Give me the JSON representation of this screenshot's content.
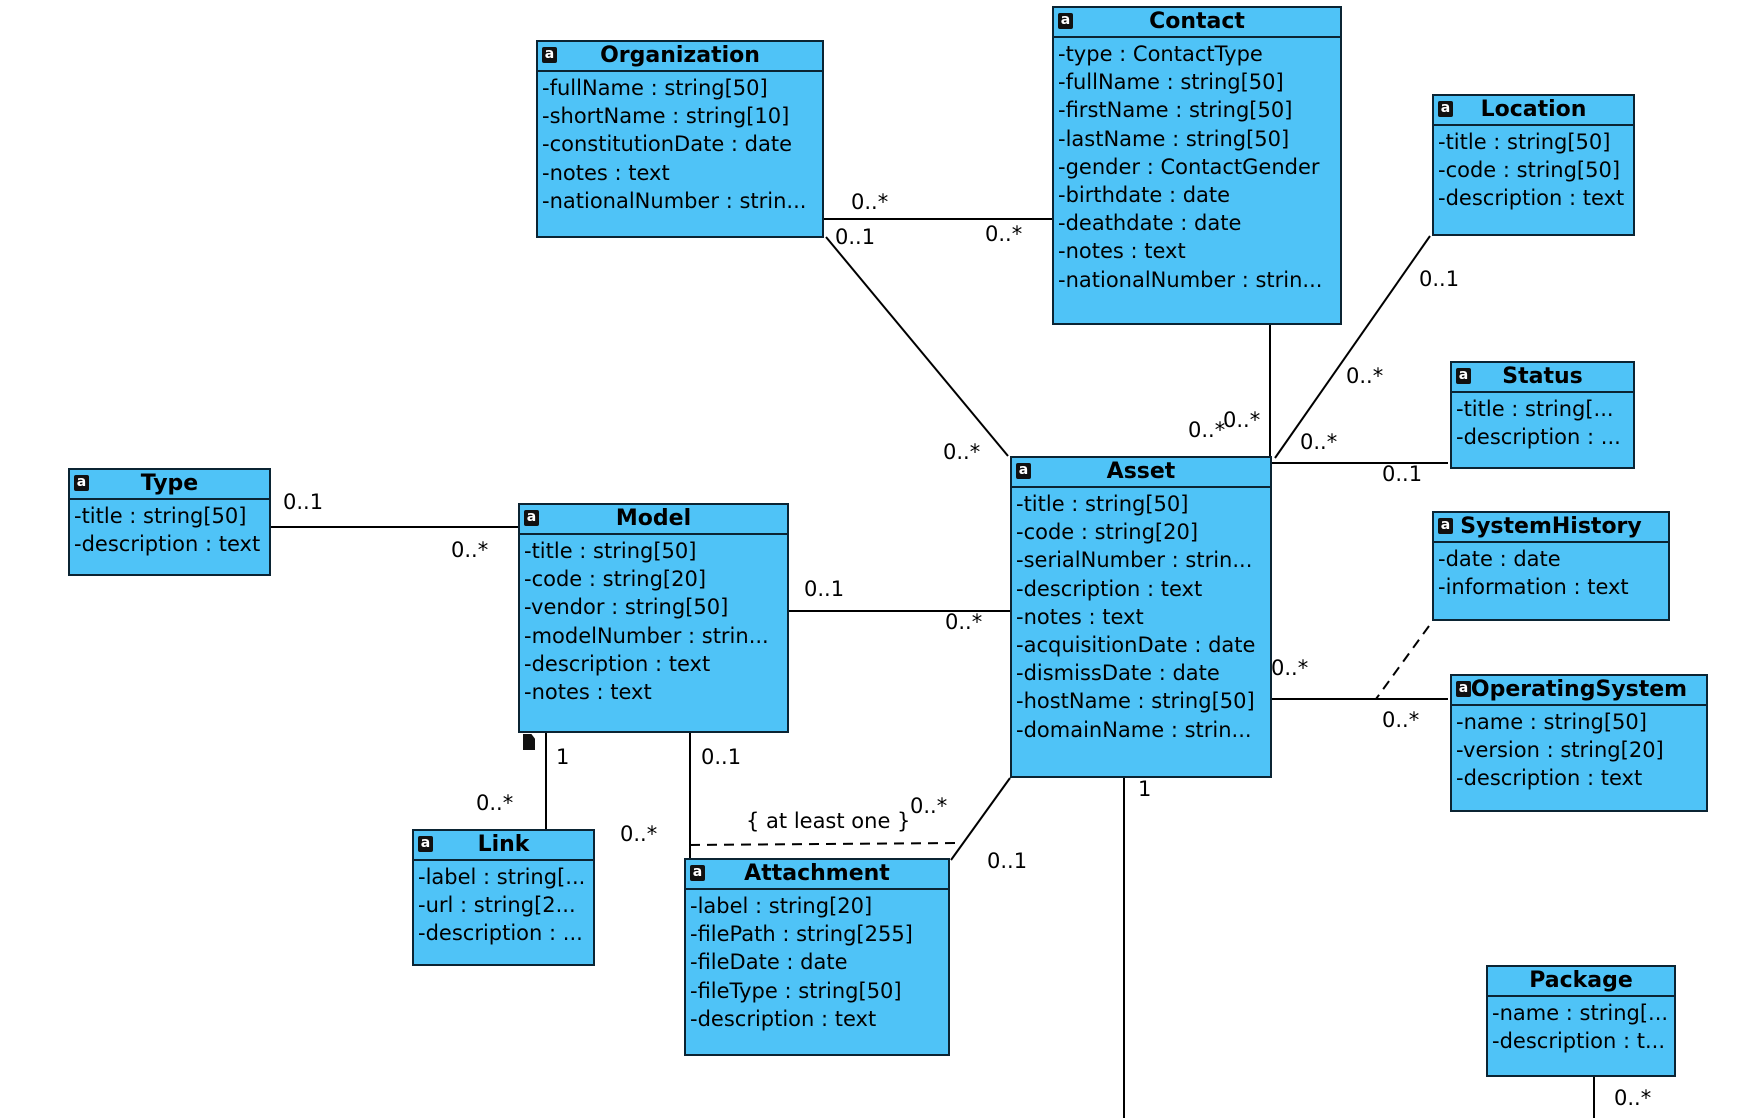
{
  "classes": {
    "organization": {
      "name": "Organization",
      "attrs": [
        "-fullName : string[50]",
        "-shortName : string[10]",
        "-constitutionDate : date",
        "-notes : text",
        "-nationalNumber : strin..."
      ]
    },
    "contact": {
      "name": "Contact",
      "attrs": [
        "-type : ContactType",
        "-fullName : string[50]",
        "-firstName : string[50]",
        "-lastName : string[50]",
        "-gender : ContactGender",
        "-birthdate : date",
        "-deathdate : date",
        "-notes : text",
        "-nationalNumber : strin..."
      ]
    },
    "location": {
      "name": "Location",
      "attrs": [
        "-title : string[50]",
        "-code : string[50]",
        "-description : text"
      ]
    },
    "status": {
      "name": "Status",
      "attrs": [
        "-title : string[...",
        "-description : ..."
      ]
    },
    "system_history": {
      "name": "SystemHistory",
      "attrs": [
        "-date : date",
        "-information : text"
      ]
    },
    "operating_system": {
      "name": "OperatingSystem",
      "attrs": [
        "-name : string[50]",
        "-version : string[20]",
        "-description : text"
      ]
    },
    "package": {
      "name": "Package",
      "attrs": [
        "-name : string[...",
        "-description : t..."
      ]
    },
    "type": {
      "name": "Type",
      "attrs": [
        "-title : string[50]",
        "-description : text"
      ]
    },
    "model": {
      "name": "Model",
      "attrs": [
        "-title : string[50]",
        "-code : string[20]",
        "-vendor : string[50]",
        "-modelNumber : strin...",
        "-description : text",
        "-notes : text"
      ]
    },
    "asset": {
      "name": "Asset",
      "attrs": [
        "-title : string[50]",
        "-code : string[20]",
        "-serialNumber : strin...",
        "-description : text",
        "-notes : text",
        "-acquisitionDate : date",
        "-dismissDate : date",
        "-hostName : string[50]",
        "-domainName : strin..."
      ]
    },
    "link": {
      "name": "Link",
      "attrs": [
        "-label : string[...",
        "-url : string[2...",
        "-description : ..."
      ]
    },
    "attachment": {
      "name": "Attachment",
      "attrs": [
        "-label : string[20]",
        "-filePath : string[255]",
        "-fileDate : date",
        "-fileType : string[50]",
        "-description : text"
      ]
    }
  },
  "class_icon": "a",
  "multiplicities": {
    "org_contact_org": "0..*",
    "org_contact_contact": "0..*",
    "org_asset_org": "0..1",
    "org_asset_asset": "0..*",
    "contact_asset": "0..*",
    "contact_asset_b": "0..*",
    "location_asset_location": "0..1",
    "location_asset_asset": "0..*",
    "status_asset_asset": "0..*",
    "status_asset_status": "0..1",
    "type_model_type": "0..1",
    "type_model_model": "0..*",
    "model_asset_model": "0..1",
    "model_asset_asset": "0..*",
    "os_asset_asset": "0..*",
    "os_asset_os": "0..*",
    "model_link_model": "1",
    "model_link_link": "0..*",
    "model_attachment_model": "0..1",
    "model_attachment_attachment": "0..*",
    "asset_attachment_asset": "0..*",
    "asset_attachment_attachment": "0..1",
    "asset_down": "1",
    "package_down": "0..*"
  },
  "constraint": "{ at least one }",
  "colors": {
    "class_fill": "#4fc3f7",
    "border": "#0b2433",
    "line": "#000000"
  }
}
